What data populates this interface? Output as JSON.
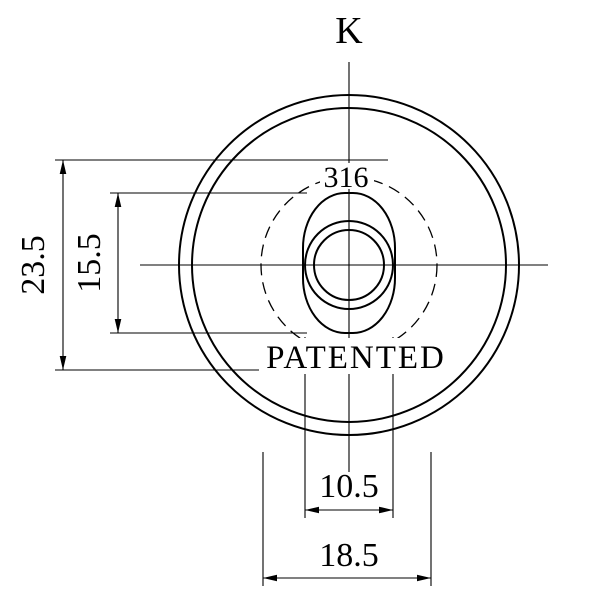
{
  "drawing": {
    "background_color": "#ffffff",
    "line_color": "#000000",
    "section_label": "K",
    "grade_marking": "316",
    "patent_marking": "PATENTED",
    "dimensions": {
      "outer_height": "23.5",
      "slot_height": "15.5",
      "slot_width": "10.5",
      "hub_width": "18.5"
    }
  }
}
